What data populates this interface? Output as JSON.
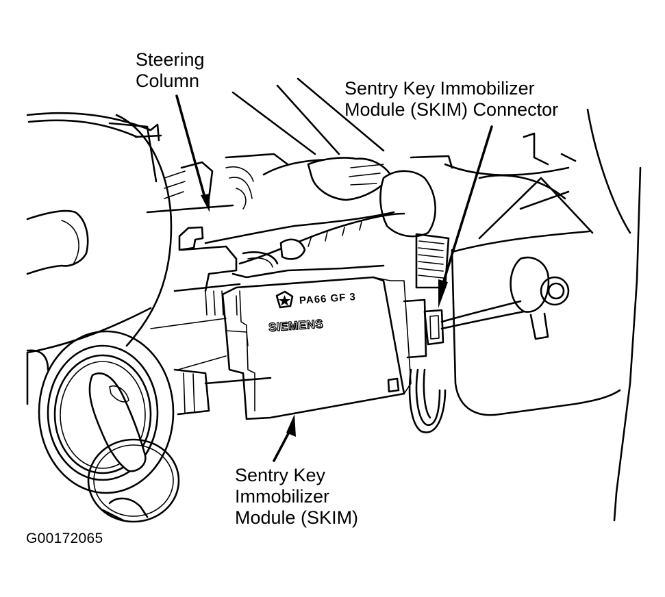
{
  "diagram": {
    "figure_id": "G00172065",
    "line_color": "#000000",
    "background_color": "#ffffff",
    "callouts": {
      "steering_column": {
        "lines": [
          "Steering",
          "Column"
        ]
      },
      "skim_connector": {
        "lines": [
          "Sentry Key Immobilizer",
          "Module (SKIM) Connector"
        ]
      },
      "skim_module": {
        "lines": [
          "Sentry Key",
          "Immobilizer",
          "Module (SKIM)"
        ]
      }
    },
    "module_markings": {
      "part_number": "PA66 GF 3",
      "manufacturer": "SIEMENS",
      "logo": "pentastar-logo"
    }
  }
}
